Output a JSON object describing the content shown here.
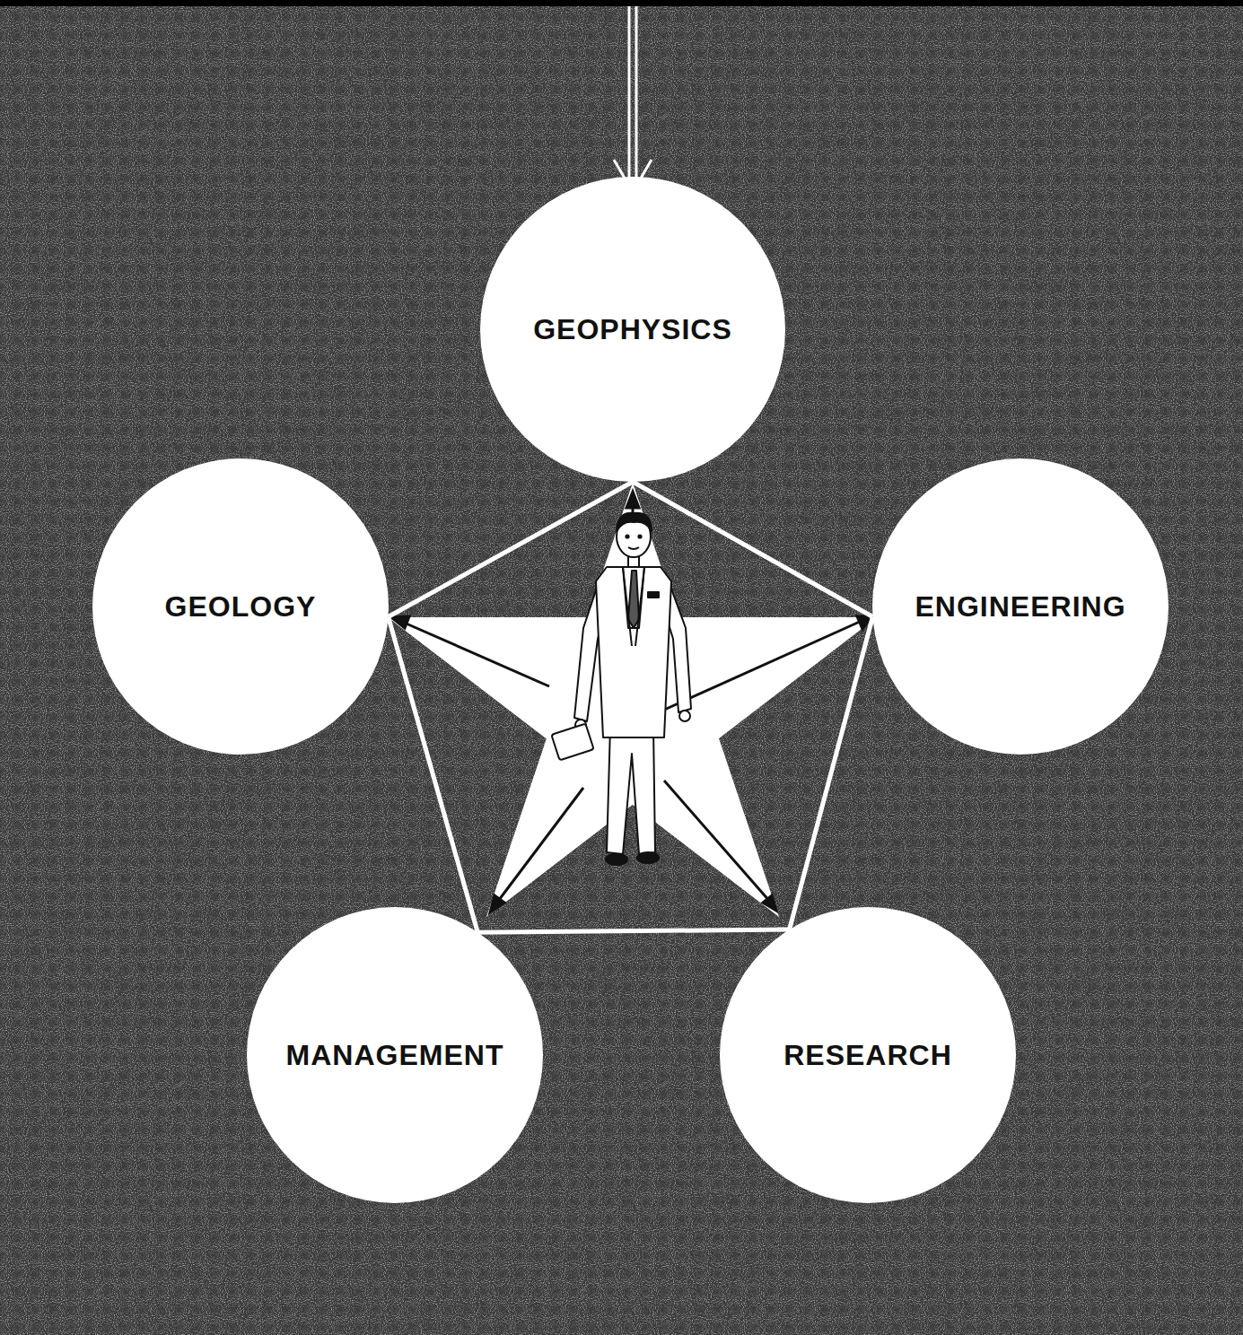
{
  "diagram": {
    "nodes": [
      {
        "text": [
          "GEOPHYSICS"
        ]
      },
      {
        "text": [
          "GEOLOGY"
        ]
      },
      {
        "text": [
          "ENGINEERING"
        ]
      },
      {
        "text": [
          "MANAGEMENT"
        ]
      },
      {
        "text": [
          "RESEARCH"
        ]
      }
    ],
    "edges": [
      {
        "from": 0,
        "to": 2,
        "arrow": "none"
      },
      {
        "from": 2,
        "to": 4,
        "arrow": "none"
      },
      {
        "from": 4,
        "to": 3,
        "arrow": "none"
      },
      {
        "from": 3,
        "to": 1,
        "arrow": "none"
      },
      {
        "from": 1,
        "to": 0,
        "arrow": "none"
      }
    ]
  }
}
